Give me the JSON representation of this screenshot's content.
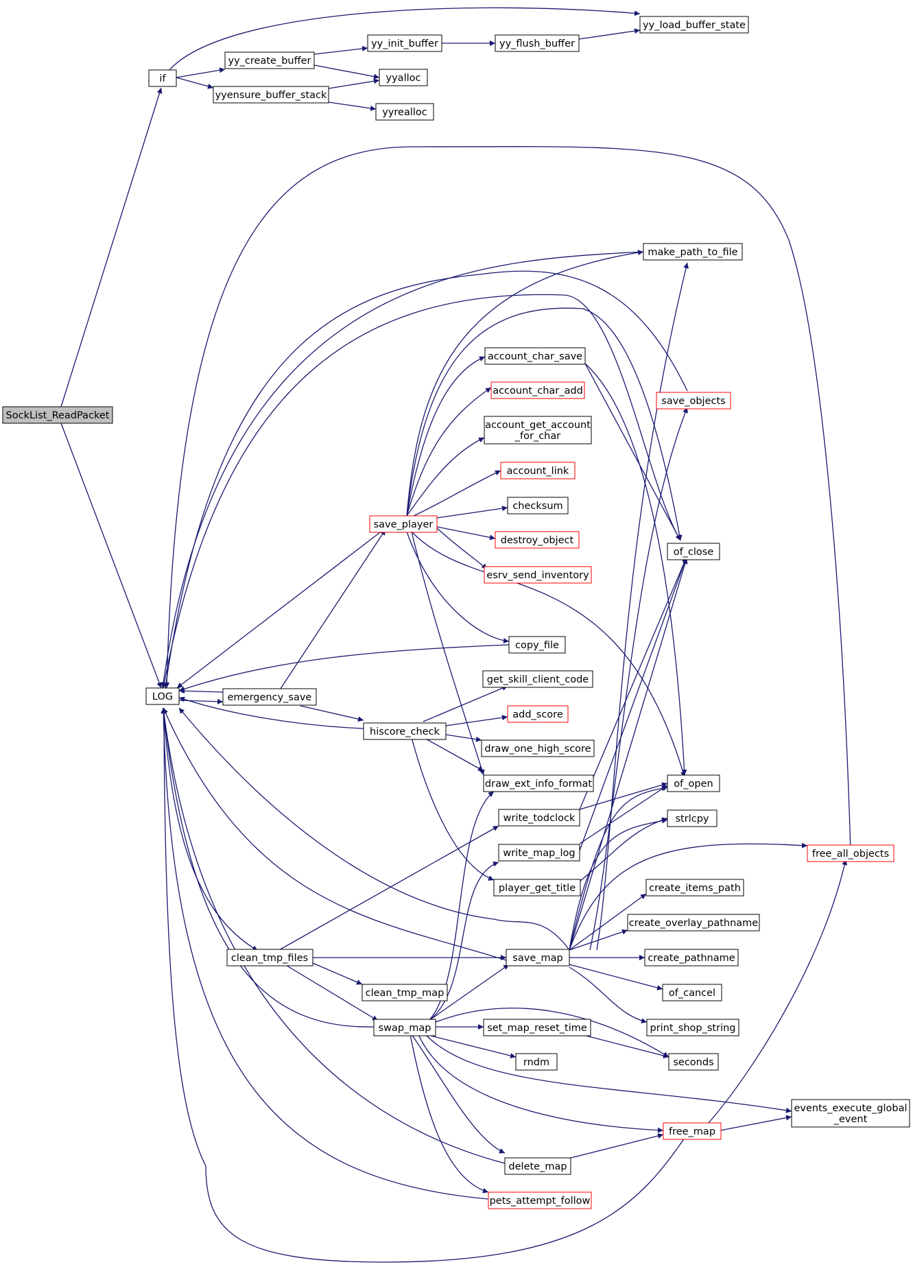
{
  "colors": {
    "edge": "#191970",
    "node_border": "#000000",
    "node_border_truncated": "#ff0000",
    "root_fill": "#bfbfbf",
    "node_fill": "#ffffff"
  },
  "nodes": {
    "socklist": "SockList_ReadPacket",
    "if": "if",
    "log": "LOG",
    "yy_create_buffer": "yy_create_buffer",
    "yyensure_buffer_stack": "yyensure_buffer_stack",
    "yy_init_buffer": "yy_init_buffer",
    "yy_flush_buffer": "yy_flush_buffer",
    "yy_load_buffer_state": "yy_load_buffer_state",
    "yyalloc": "yyalloc",
    "yyrealloc": "yyrealloc",
    "make_path_to_file": "make_path_to_file",
    "account_char_save": "account_char_save",
    "account_char_add": "account_char_add",
    "account_get_l1": "account_get_account",
    "account_get_l2": "_for_char",
    "account_link": "account_link",
    "checksum": "checksum",
    "save_player": "save_player",
    "destroy_object": "destroy_object",
    "esrv_send_inventory": "esrv_send_inventory",
    "save_objects": "save_objects",
    "of_close": "of_close",
    "copy_file": "copy_file",
    "emergency_save": "emergency_save",
    "get_skill_client_code": "get_skill_client_code",
    "add_score": "add_score",
    "hiscore_check": "hiscore_check",
    "draw_one_high_score": "draw_one_high_score",
    "draw_ext_info_format": "draw_ext_info_format",
    "of_open": "of_open",
    "write_todclock": "write_todclock",
    "strlcpy": "strlcpy",
    "write_map_log": "write_map_log",
    "free_all_objects": "free_all_objects",
    "player_get_title": "player_get_title",
    "create_items_path": "create_items_path",
    "create_overlay_pathname": "create_overlay_pathname",
    "clean_tmp_files": "clean_tmp_files",
    "save_map": "save_map",
    "create_pathname": "create_pathname",
    "clean_tmp_map": "clean_tmp_map",
    "of_cancel": "of_cancel",
    "swap_map": "swap_map",
    "set_map_reset_time": "set_map_reset_time",
    "print_shop_string": "print_shop_string",
    "rndm": "rndm",
    "seconds": "seconds",
    "events_l1": "events_execute_global",
    "events_l2": "_event",
    "free_map": "free_map",
    "delete_map": "delete_map",
    "pets_attempt_follow": "pets_attempt_follow"
  }
}
